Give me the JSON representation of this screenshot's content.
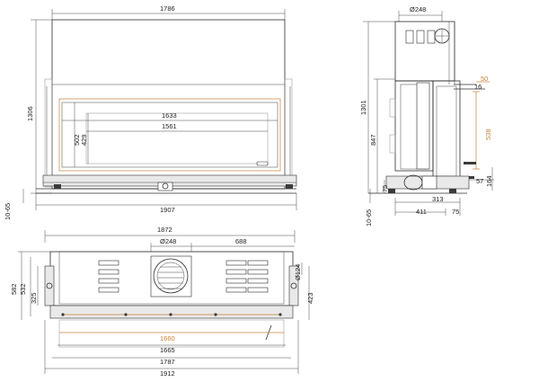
{
  "dimensions": {
    "front": {
      "overall_width": "1786",
      "height": "1306",
      "glass_width": "1633",
      "opening_width": "1561",
      "glass_height": "502",
      "opening_height": "429",
      "base_width": "1907",
      "leg_range": "10-65"
    },
    "side": {
      "flue_diameter": "Ø248",
      "height": "1301",
      "top_offset": "50",
      "offset_16": "16",
      "air_range": "538",
      "mid_height": "847",
      "depth_313": "313",
      "depth_411": "411",
      "depth_75": "75",
      "base_75": "75",
      "height_164": "164",
      "width_57": "57",
      "leg_range": "10-65"
    },
    "top": {
      "width_1872": "1872",
      "flue_diameter": "Ø248",
      "offset_688": "688",
      "depth_582": "582",
      "depth_532": "532",
      "depth_325": "325",
      "air_diameter": "Ø124",
      "depth_423": "423",
      "width_1660": "1660",
      "width_1665": "1665",
      "width_1787": "1787",
      "width_1912": "1912"
    }
  },
  "colors": {
    "line": "#2b2b2b",
    "accent_orange": "#c8823a",
    "panel_fill": "#e9e9e9"
  }
}
